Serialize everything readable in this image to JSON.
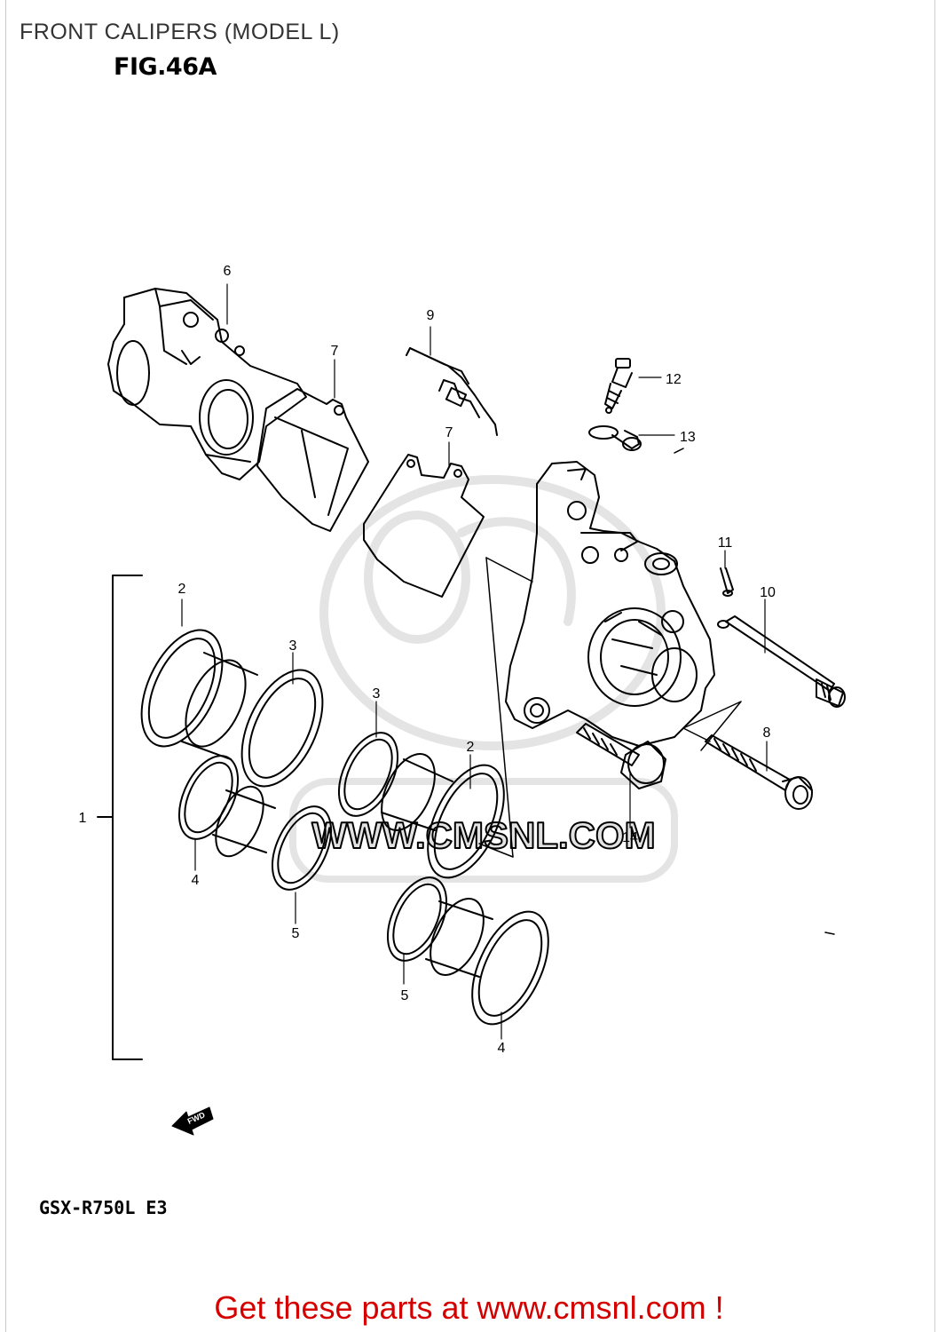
{
  "header": {
    "title": "FRONT CALIPERS (MODEL L)"
  },
  "figure": {
    "label": "FIG.46A",
    "model_code": "GSX-R750L  E3"
  },
  "watermark": {
    "text": "WWW.CMSNL.COM"
  },
  "fwd_arrow": {
    "text": "FWD"
  },
  "callouts": [
    "1",
    "2",
    "2",
    "3",
    "3",
    "4",
    "4",
    "5",
    "5",
    "6",
    "7",
    "7",
    "8",
    "9",
    "10",
    "11",
    "12",
    "13",
    "14"
  ],
  "footer": {
    "cta_text": "Get these parts at www.cmsnl.com !"
  },
  "colors": {
    "cta": "#d40000",
    "line": "#000000",
    "watermark": "#e2e2e2"
  }
}
